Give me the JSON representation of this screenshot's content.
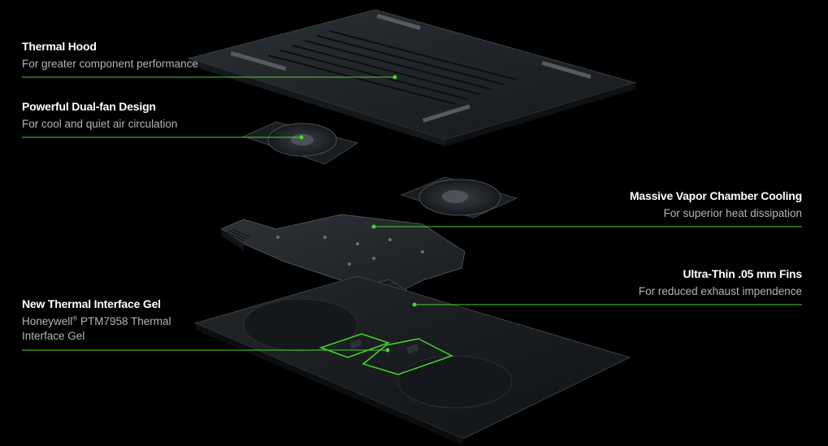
{
  "callouts": {
    "thermal_hood": {
      "title": "Thermal Hood",
      "description": "For greater component performance"
    },
    "dual_fan": {
      "title": "Powerful Dual-fan Design",
      "description": "For cool and quiet air circulation"
    },
    "vapor_chamber": {
      "title": "Massive Vapor Chamber Cooling",
      "description": "For superior heat dissipation"
    },
    "fins": {
      "title": "Ultra-Thin .05 mm Fins",
      "description": "For reduced exhaust impendence"
    },
    "thermal_gel": {
      "title": "New Thermal Interface Gel",
      "description_brand": "Honeywell",
      "description_mark": "®",
      "description_rest": " PTM7958 Thermal Interface Gel"
    }
  },
  "colors": {
    "background": "#000000",
    "accent": "#44d62c",
    "title_text": "#ffffff",
    "desc_text": "#b4b4b4"
  }
}
